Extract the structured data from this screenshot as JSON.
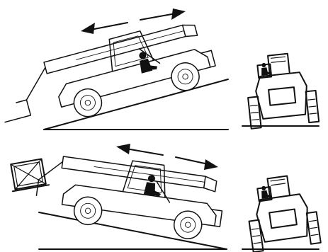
{
  "figure": {
    "panels": [
      {
        "id": "top",
        "load_state": "unloaded",
        "arrow": "double-headed"
      },
      {
        "id": "bottom",
        "load_state": "loaded",
        "arrow": "double-headed"
      }
    ],
    "icons": [
      "telehandler-side-view-icon",
      "telehandler-rear-view-icon",
      "operator-icon",
      "pallet-crate-icon"
    ],
    "colors": {
      "line": "#111111",
      "background": "#ffffff"
    }
  }
}
